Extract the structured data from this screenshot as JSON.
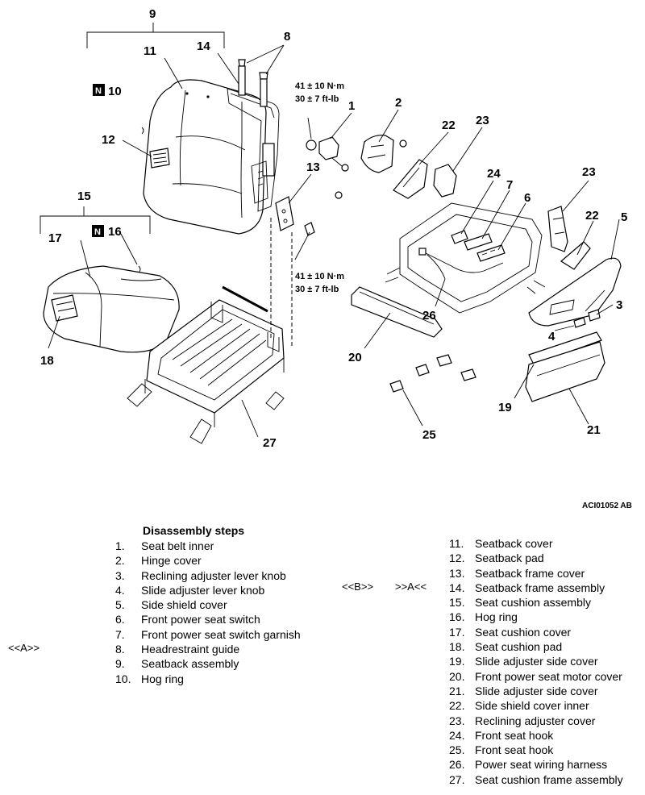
{
  "callouts": {
    "c1": "1",
    "c2": "2",
    "c3": "3",
    "c4": "4",
    "c5": "5",
    "c6": "6",
    "c7": "7",
    "c8": "8",
    "c9": "9",
    "c10": "10",
    "c11": "11",
    "c12": "12",
    "c13": "13",
    "c14": "14",
    "c15": "15",
    "c16": "16",
    "c17": "17",
    "c18": "18",
    "c19": "19",
    "c20": "20",
    "c21": "21",
    "c22": "22",
    "c23": "23",
    "c22b": "22",
    "c23b": "23",
    "c24": "24",
    "c25": "25",
    "c26": "26",
    "c27": "27"
  },
  "badges": {
    "new_part": "N"
  },
  "torque_specs": {
    "upper": {
      "nm": "41 ± 10 N·m",
      "ftlb": "30 ± 7 ft-lb"
    },
    "lower": {
      "nm": "41 ± 10 N·m",
      "ftlb": "30 ± 7 ft-lb"
    }
  },
  "figure_code": "ACI01052 AB",
  "steps": {
    "heading": "Disassembly steps",
    "left": [
      {
        "num": "1.",
        "label": "Seat belt inner"
      },
      {
        "num": "2.",
        "label": "Hinge cover"
      },
      {
        "num": "3.",
        "label": "Reclining adjuster lever knob"
      },
      {
        "num": "4.",
        "label": "Slide adjuster lever knob"
      },
      {
        "num": "5.",
        "label": "Side shield cover"
      },
      {
        "num": "6.",
        "label": "Front power seat switch"
      },
      {
        "num": "7.",
        "label": "Front power seat switch garnish"
      },
      {
        "num": "8.",
        "label": "Headrestraint guide"
      },
      {
        "num": "9.",
        "label": "Seatback assembly"
      },
      {
        "num": "10.",
        "label": "Hog ring"
      }
    ],
    "right": [
      {
        "num": "11.",
        "label": "Seatback cover"
      },
      {
        "num": "12.",
        "label": "Seatback pad"
      },
      {
        "num": "13.",
        "label": "Seatback frame cover"
      },
      {
        "num": "14.",
        "label": "Seatback frame assembly"
      },
      {
        "num": "15.",
        "label": "Seat cushion assembly"
      },
      {
        "num": "16.",
        "label": "Hog ring"
      },
      {
        "num": "17.",
        "label": "Seat cushion cover"
      },
      {
        "num": "18.",
        "label": "Seat cushion pad"
      },
      {
        "num": "19.",
        "label": "Slide adjuster side cover"
      },
      {
        "num": "20.",
        "label": "Front power seat motor cover"
      },
      {
        "num": "21.",
        "label": "Slide adjuster side cover"
      },
      {
        "num": "22.",
        "label": "Side shield cover inner"
      },
      {
        "num": "23.",
        "label": "Reclining adjuster cover"
      },
      {
        "num": "24.",
        "label": "Front seat hook"
      },
      {
        "num": "25.",
        "label": "Front seat hook"
      },
      {
        "num": "26.",
        "label": "Power seat wiring harness"
      },
      {
        "num": "27.",
        "label": "Seat cushion frame assembly"
      }
    ]
  },
  "markers": {
    "step8": "<<A>>",
    "step13_b": "<<B>>",
    "step13_a": ">>A<<"
  }
}
